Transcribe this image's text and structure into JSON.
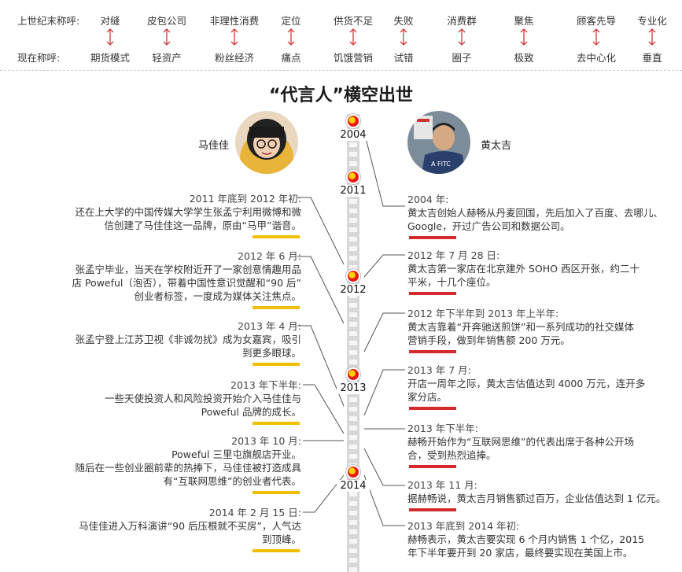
{
  "vocab": {
    "row1_label": "上世纪末称呼:",
    "row2_label": "现在称呼:",
    "pairs": [
      {
        "old": "对缝",
        "new": "期货模式"
      },
      {
        "old": "皮包公司",
        "new": "轻资产"
      },
      {
        "old": "非理性消费",
        "new": "粉丝经济"
      },
      {
        "old": "定位",
        "new": "痛点"
      },
      {
        "old": "供货不足",
        "new": "饥饿营销"
      },
      {
        "old": "失败",
        "new": "试错"
      },
      {
        "old": "消费群",
        "new": "圈子"
      },
      {
        "old": "聚焦",
        "new": "极致"
      },
      {
        "old": "顾客先导",
        "new": "去中心化"
      },
      {
        "old": "专业化",
        "new": "垂直"
      }
    ]
  },
  "title": "“代言人”横空出世",
  "persons": {
    "left": "马佳佳",
    "right": "黄太吉"
  },
  "years": [
    "2004",
    "2011",
    "2012",
    "2013",
    "2014"
  ],
  "colors": {
    "left_bar": "#f0c000",
    "right_bar": "#d32b2b"
  },
  "left_events": [
    {
      "date": "2011 年底到 2012 年初:",
      "lines": [
        "还在上大学的中国传媒大学学生张孟宁利用微博和微",
        "信创建了马佳佳这一品牌，原由“马甲”谐音。"
      ]
    },
    {
      "date": "2012 年 6 月:",
      "lines": [
        "张孟宁毕业，当天在学校附近开了一家创意情趣用品",
        "店 Poweful（泡否），带着中国性意识觉醒和“90 后”",
        "创业者标签，一度成为媒体关注焦点。"
      ]
    },
    {
      "date": "2013 年 4 月:",
      "lines": [
        "张孟宁登上江苏卫视《非诚勿扰》成为女嘉宾，吸引",
        "到更多眼球。"
      ]
    },
    {
      "date": "2013 年下半年:",
      "lines": [
        "一些天使投资人和风险投资开始介入马佳佳与",
        "Poweful 品牌的成长。"
      ]
    },
    {
      "date": "2013 年 10 月:",
      "lines": [
        "Poweful 三里屯旗舰店开业。",
        "随后在一些创业圈前辈的热捧下，马佳佳被打造成具",
        "有“互联网思维”的创业者代表。"
      ]
    },
    {
      "date": "2014 年 2 月 15 日:",
      "lines": [
        "马佳佳进入万科演讲“90 后压根就不买房”，人气达",
        "到顶峰。"
      ]
    }
  ],
  "right_events": [
    {
      "date": "2004 年:",
      "lines": [
        "黄太吉创始人赫畅从丹麦回国，先后加入了百度、去哪儿、",
        "Google，开过广告公司和数据公司。"
      ]
    },
    {
      "date": "2012 年 7 月 28 日:",
      "lines": [
        "黄太吉第一家店在北京建外 SOHO 西区开张，约二十",
        "平米，十几个座位。"
      ]
    },
    {
      "date": "2012 年下半年到 2013 年上半年:",
      "lines": [
        "黄太吉靠着“开奔驰送煎饼”和一系列成功的社交媒体",
        "营销手段，做到年销售额 200 万元。"
      ]
    },
    {
      "date": "2013 年 7 月:",
      "lines": [
        "开店一周年之际，黄太吉估值达到 4000 万元，连开多",
        "家分店。"
      ]
    },
    {
      "date": "2013 年下半年:",
      "lines": [
        "赫畅开始作为“互联网思维”的代表出席于各种公开场",
        "合，受到热烈追捧。"
      ]
    },
    {
      "date": "2013 年 11 月:",
      "lines": [
        "据赫畅说，黄太吉月销售额过百万，企业估值达到 1 亿元。"
      ]
    },
    {
      "date": "2013 年底到 2014 年初:",
      "lines": [
        "赫畅表示，黄太吉要实现 6 个月内销售 1 个亿，2015",
        "年下半年要开到 20 家店，最终要实现在美国上市。"
      ]
    }
  ]
}
